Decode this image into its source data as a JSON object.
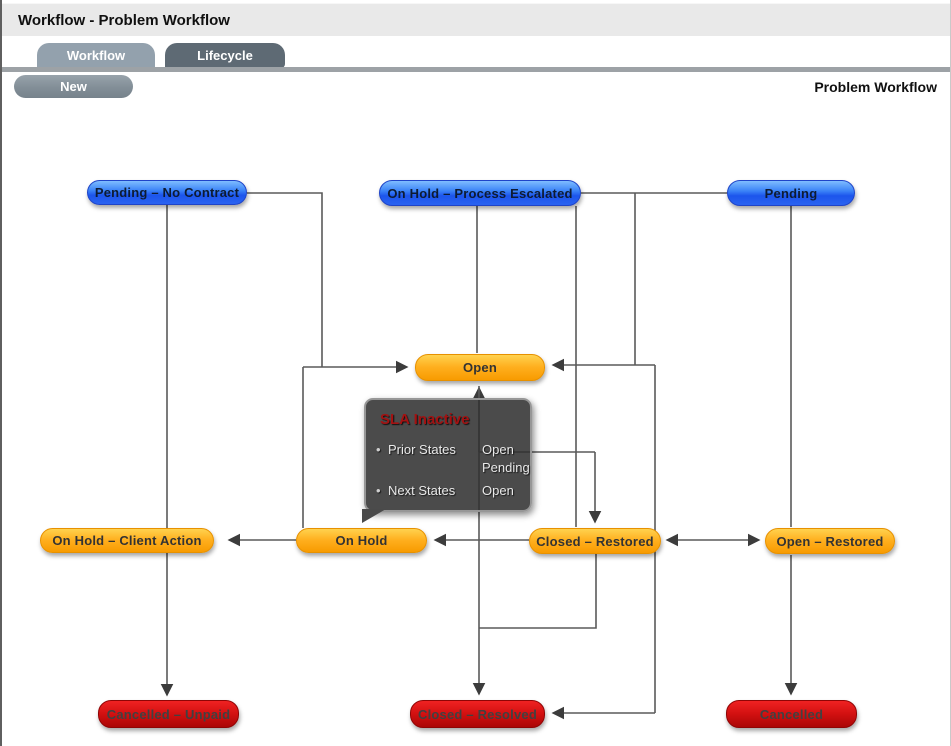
{
  "header": {
    "title": "Workflow - Problem Workflow"
  },
  "tabs": {
    "workflow": "Workflow",
    "lifecycle": "Lifecycle"
  },
  "toolbar": {
    "new_button": "New",
    "context_title": "Problem Workflow"
  },
  "nodes": {
    "pending_no_contract": "Pending – No Contract",
    "on_hold_process_escalated": "On Hold – Process Escalated",
    "pending": "Pending",
    "open": "Open",
    "on_hold_client_action": "On Hold – Client Action",
    "on_hold": "On Hold",
    "closed_restored": "Closed – Restored",
    "open_restored": "Open – Restored",
    "cancelled_unpaid": "Cancelled – Unpaid",
    "closed_resolved": "Closed – Resolved",
    "cancelled": "Cancelled"
  },
  "tooltip": {
    "title": "SLA Inactive",
    "bullet": "•",
    "prior_label": "Prior States",
    "prior_value_1": "Open",
    "prior_value_2": "Pending",
    "next_label": "Next States",
    "next_value_1": "Open"
  },
  "colors": {
    "pending_state_blue": "#2f6df2",
    "active_state_orange": "#ffa714",
    "exit_state_red": "#cf1010",
    "connector": "#5a5a5a"
  }
}
